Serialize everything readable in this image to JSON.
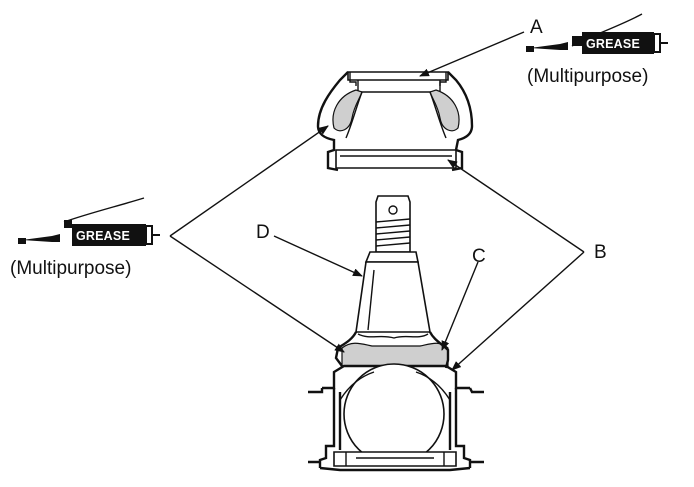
{
  "labels": {
    "a": "A",
    "b": "B",
    "c": "C",
    "d": "D"
  },
  "grease_tool": {
    "label": "GREASE",
    "icon": "grease-gun-icon"
  },
  "callouts": {
    "top_right": "(Multipurpose)",
    "left": "(Multipurpose)"
  },
  "colors": {
    "line": "#111111",
    "grease_fill": "#cfcfcf",
    "tool_body": "#111111"
  }
}
